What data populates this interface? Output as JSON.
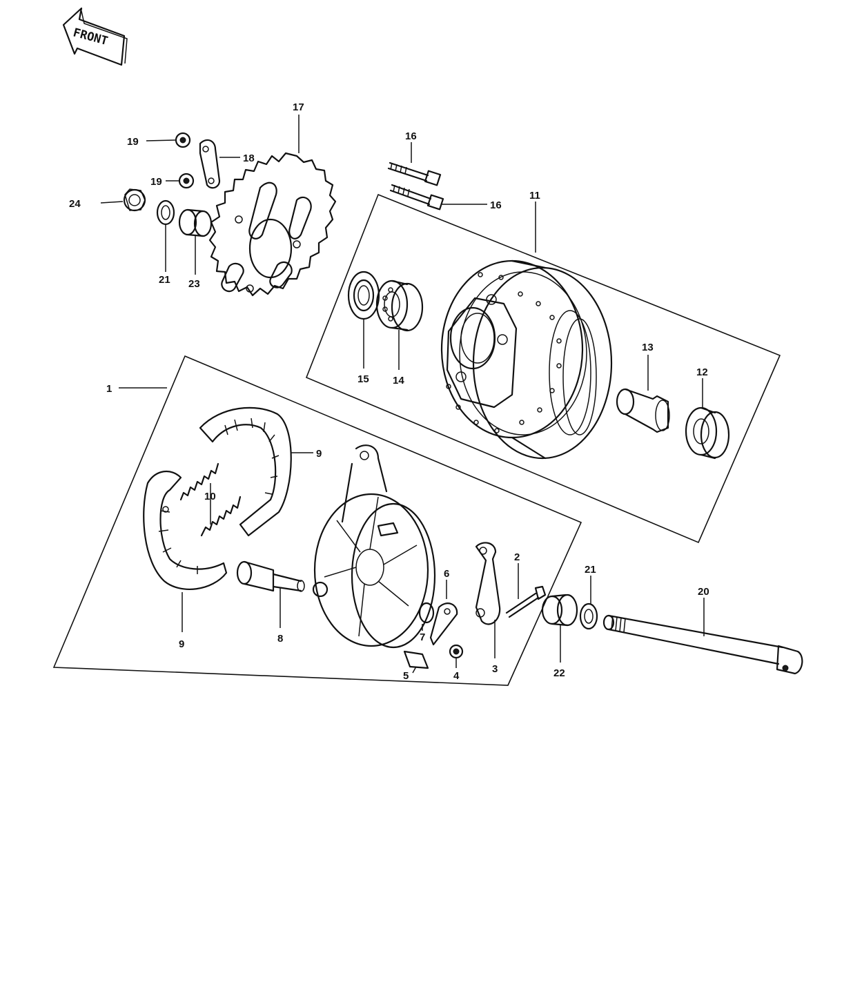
{
  "badge": {
    "text": "FRONT"
  },
  "callouts": [
    {
      "id": "c1",
      "label": "1"
    },
    {
      "id": "c2",
      "label": "2"
    },
    {
      "id": "c3",
      "label": "3"
    },
    {
      "id": "c4",
      "label": "4"
    },
    {
      "id": "c5",
      "label": "5"
    },
    {
      "id": "c6",
      "label": "6"
    },
    {
      "id": "c7",
      "label": "7"
    },
    {
      "id": "c8",
      "label": "8"
    },
    {
      "id": "c9a",
      "label": "9"
    },
    {
      "id": "c9b",
      "label": "9"
    },
    {
      "id": "c10",
      "label": "10"
    },
    {
      "id": "c11",
      "label": "11"
    },
    {
      "id": "c12",
      "label": "12"
    },
    {
      "id": "c13",
      "label": "13"
    },
    {
      "id": "c14",
      "label": "14"
    },
    {
      "id": "c15",
      "label": "15"
    },
    {
      "id": "c16a",
      "label": "16"
    },
    {
      "id": "c16b",
      "label": "16"
    },
    {
      "id": "c17",
      "label": "17"
    },
    {
      "id": "c18",
      "label": "18"
    },
    {
      "id": "c19a",
      "label": "19"
    },
    {
      "id": "c19b",
      "label": "19"
    },
    {
      "id": "c20",
      "label": "20"
    },
    {
      "id": "c21a",
      "label": "21"
    },
    {
      "id": "c21b",
      "label": "21"
    },
    {
      "id": "c22",
      "label": "22"
    },
    {
      "id": "c23",
      "label": "23"
    },
    {
      "id": "c24",
      "label": "24"
    }
  ]
}
